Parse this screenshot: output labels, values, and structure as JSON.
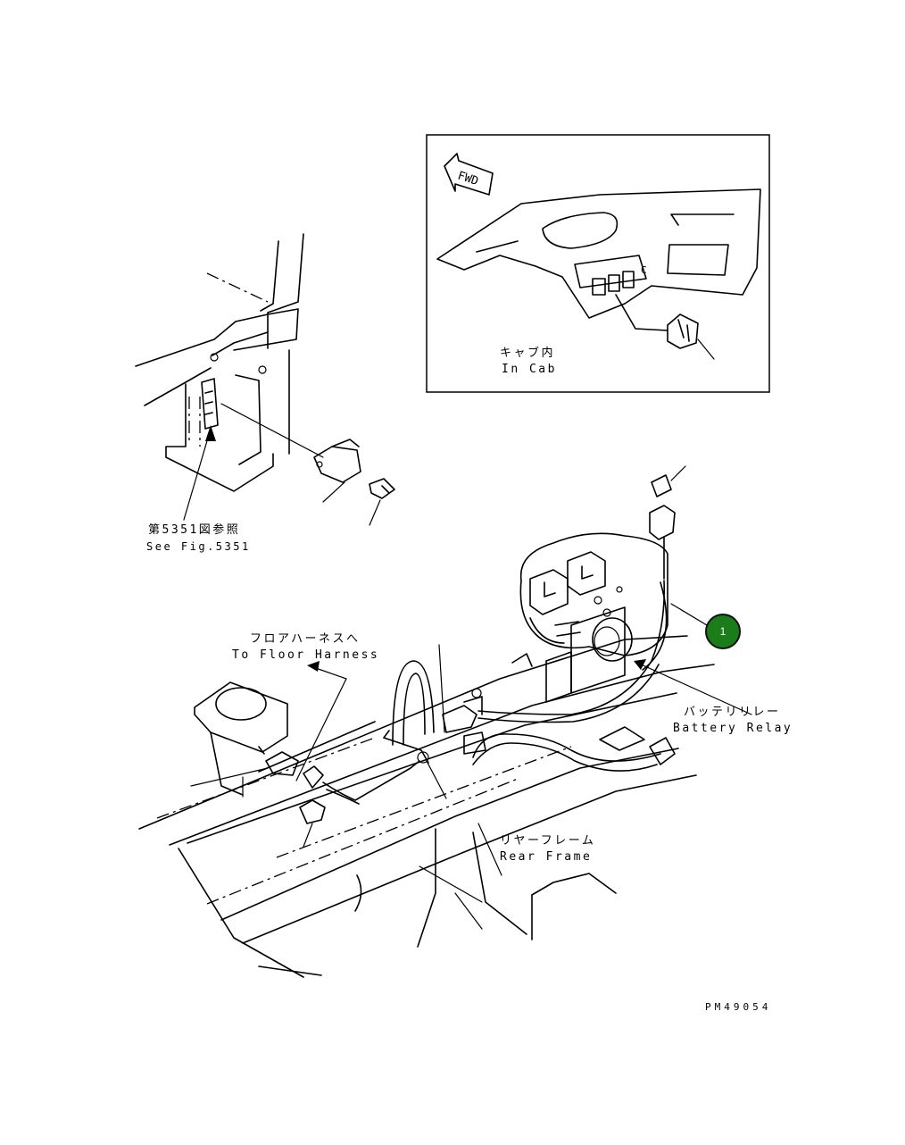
{
  "inset": {
    "fwd_label": "FWD",
    "caption_jp": "キャブ内",
    "caption_en": "In Cab"
  },
  "labels": {
    "see_fig_jp": "第5351図参照",
    "see_fig_en": "See Fig.5351",
    "floor_harness_jp": "フロアハーネスへ",
    "floor_harness_en": "To Floor Harness",
    "battery_relay_jp": "バッテリリレー",
    "battery_relay_en": "Battery Relay",
    "rear_frame_jp": "リヤーフレーム",
    "rear_frame_en": "Rear Frame"
  },
  "callouts": [
    {
      "number": "1",
      "color": "#1a7d1a"
    }
  ],
  "drawing_code": "PM49054"
}
